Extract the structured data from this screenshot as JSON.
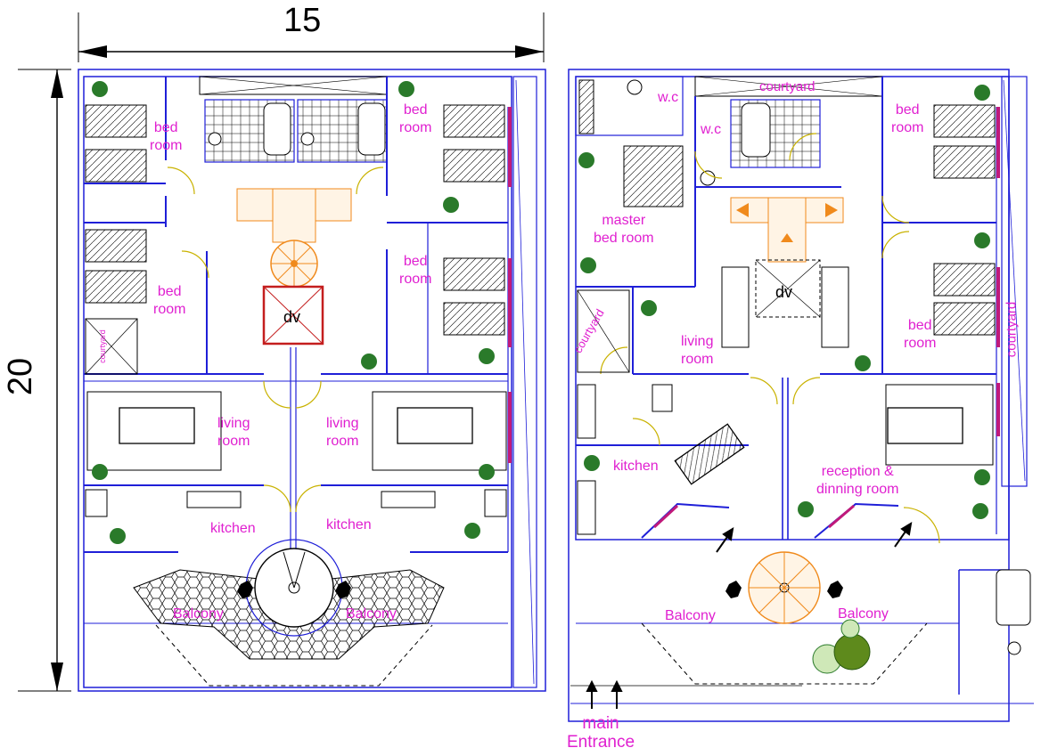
{
  "dimensions": {
    "width_label": "15",
    "height_label": "20"
  },
  "left_plan": {
    "bedroom_label": "bed\nroom",
    "living_label": "living\nroom",
    "kitchen_label": "kitchen",
    "balcony_label": "Balcony",
    "courtyard_label": "courtyard",
    "stair_label": "dv"
  },
  "right_plan": {
    "wc_label": "w.c",
    "courtyard_label": "courtyard",
    "bedroom_label": "bed\nroom",
    "master_label": "master\nbed room",
    "living_label": "living\nroom",
    "kitchen_label": "kitchen",
    "reception_label": "reception &\ndinning room",
    "balcony_label": "Balcony",
    "stair_label": "dv",
    "entrance_label": "main\nEntrance"
  },
  "colors": {
    "wall": "#1f1fd8",
    "label": "#e020d0",
    "stair": "#f08a1c",
    "window": "#c0197a",
    "plant": "#2a7a2a",
    "red": "#c41e1e",
    "ink": "#000000"
  }
}
